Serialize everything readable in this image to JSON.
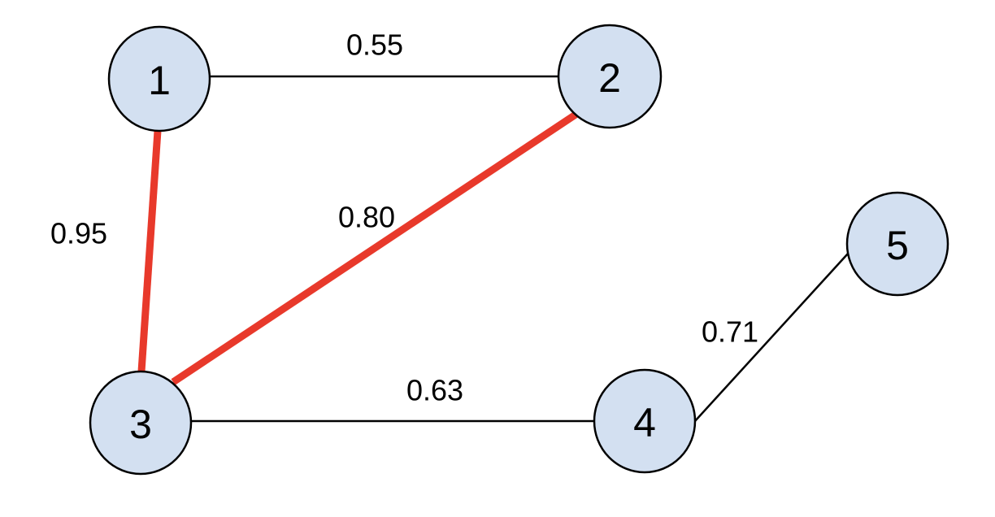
{
  "colors": {
    "node_fill": "#d3e0f1",
    "node_stroke": "#000000",
    "edge_default": "#000000",
    "edge_highlight": "#e8392b",
    "text": "#000000",
    "background": "#ffffff"
  },
  "nodes": [
    {
      "id": "1",
      "label": "1"
    },
    {
      "id": "2",
      "label": "2"
    },
    {
      "id": "3",
      "label": "3"
    },
    {
      "id": "4",
      "label": "4"
    },
    {
      "id": "5",
      "label": "5"
    }
  ],
  "edges": [
    {
      "source": "1",
      "target": "2",
      "weight": "0.55",
      "highlighted": false
    },
    {
      "source": "1",
      "target": "3",
      "weight": "0.95",
      "highlighted": true
    },
    {
      "source": "2",
      "target": "3",
      "weight": "0.80",
      "highlighted": true
    },
    {
      "source": "3",
      "target": "4",
      "weight": "0.63",
      "highlighted": false
    },
    {
      "source": "4",
      "target": "5",
      "weight": "0.71",
      "highlighted": false
    }
  ]
}
